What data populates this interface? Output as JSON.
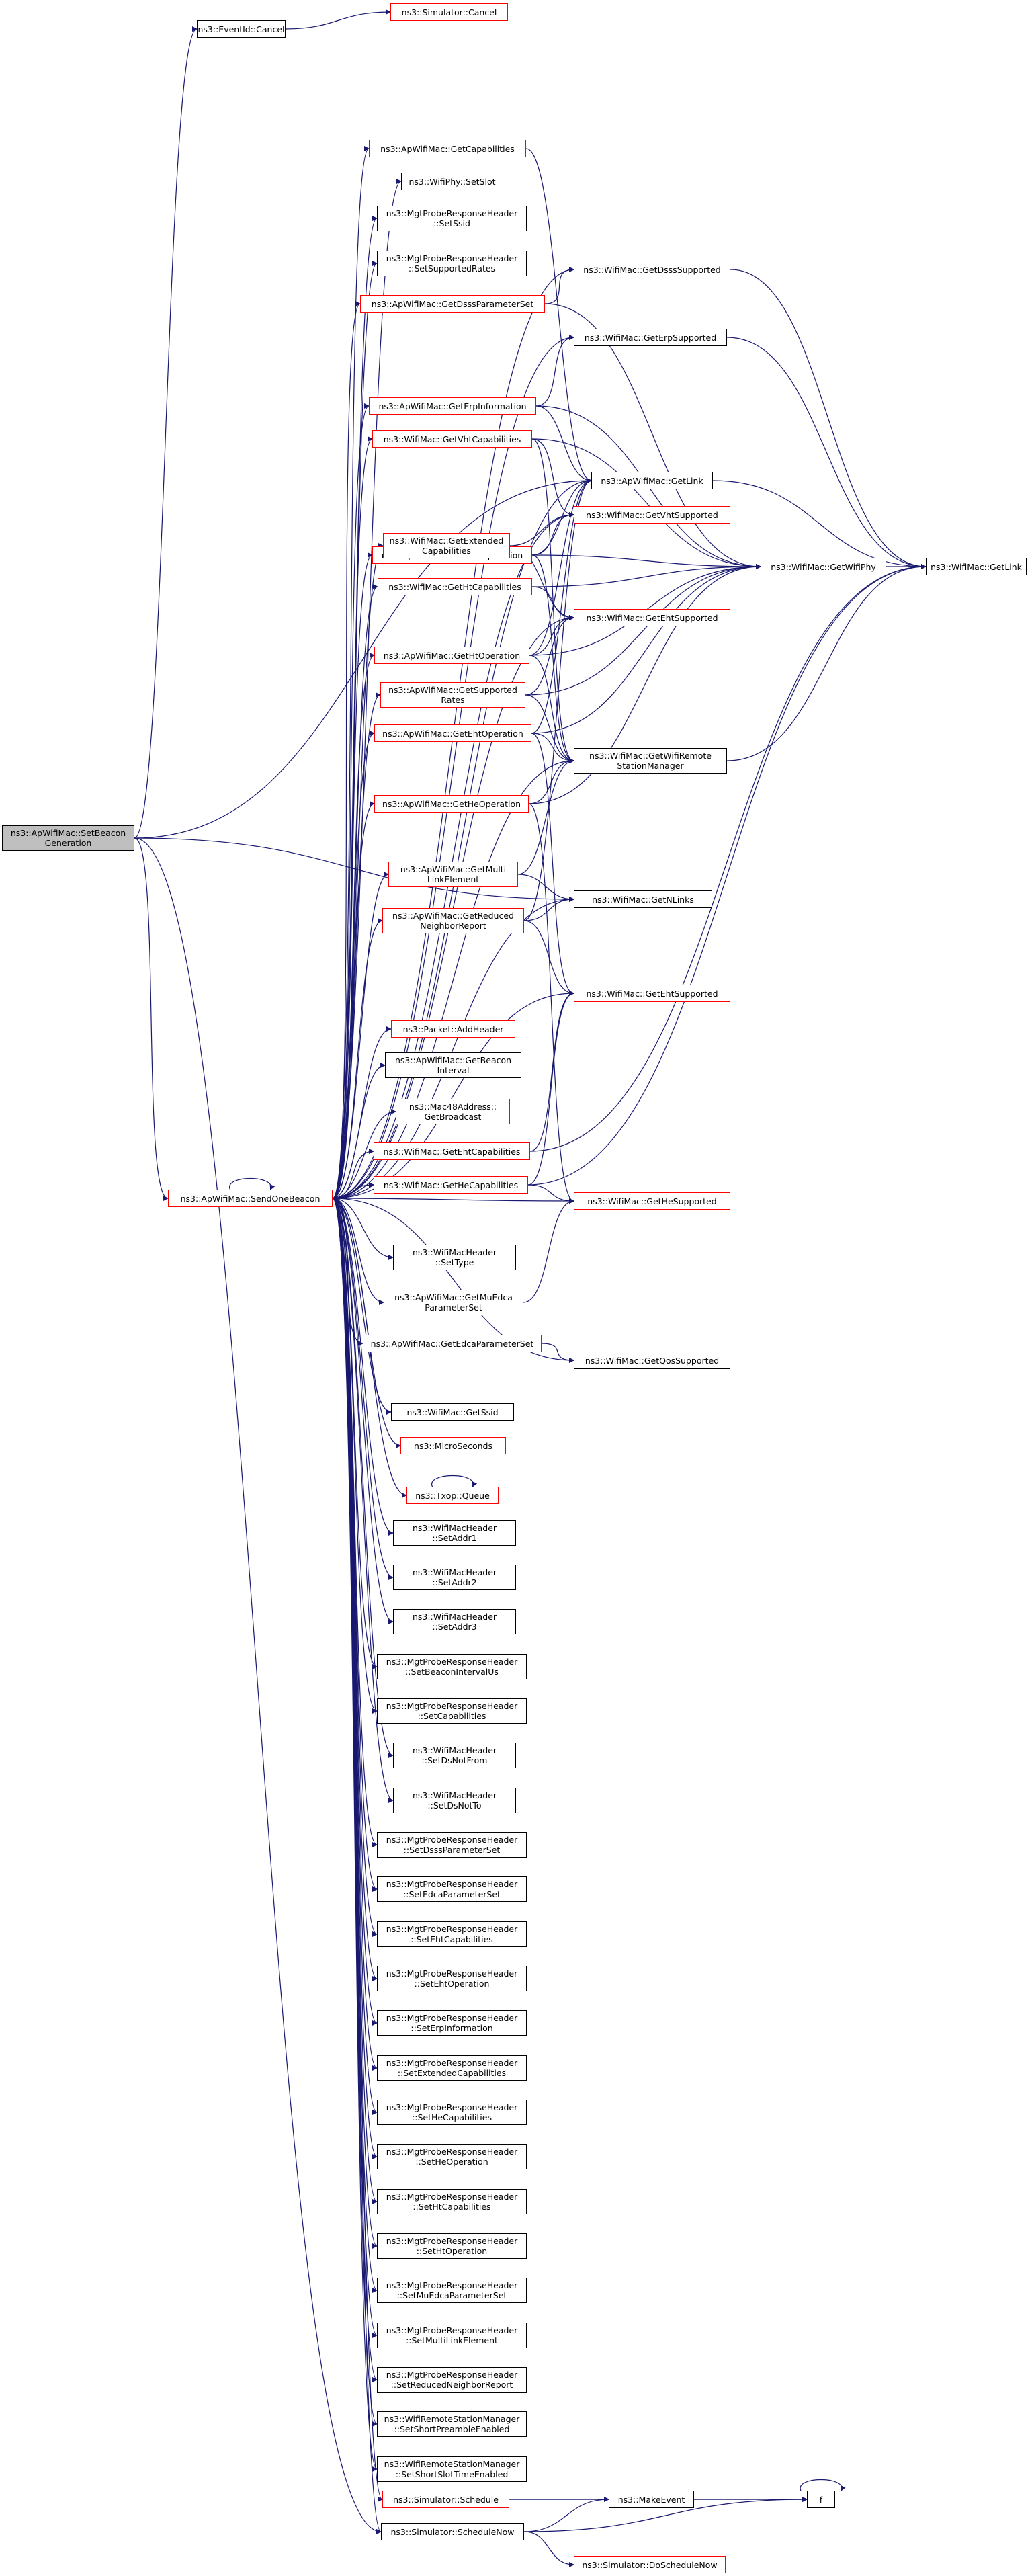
{
  "graph": {
    "title": "",
    "edge_color": "#191970",
    "node_border_default": "#000000",
    "node_border_link": "#ff0000",
    "root_fill": "#bfbfbf",
    "nodes": [
      {
        "id": "root",
        "lines": [
          "ns3::ApWifiMac::SetBeacon",
          "Generation"
        ],
        "style": "gray"
      },
      {
        "id": "eventid_cancel",
        "lines": [
          "ns3::EventId::Cancel"
        ],
        "style": "black"
      },
      {
        "id": "sim_cancel",
        "lines": [
          "ns3::Simulator::Cancel"
        ],
        "style": "red"
      },
      {
        "id": "send_one_beacon",
        "lines": [
          "ns3::ApWifiMac::SendOneBeacon"
        ],
        "style": "red"
      },
      {
        "id": "get_capabilities",
        "lines": [
          "ns3::ApWifiMac::GetCapabilities"
        ],
        "style": "red"
      },
      {
        "id": "set_slot",
        "lines": [
          "ns3::WifiPhy::SetSlot"
        ],
        "style": "black"
      },
      {
        "id": "mgt_set_ssid",
        "lines": [
          "ns3::MgtProbeResponseHeader",
          "::SetSsid"
        ],
        "style": "black"
      },
      {
        "id": "mgt_set_supported_rates",
        "lines": [
          "ns3::MgtProbeResponseHeader",
          "::SetSupportedRates"
        ],
        "style": "black"
      },
      {
        "id": "get_dsss_param",
        "lines": [
          "ns3::ApWifiMac::GetDsssParameterSet"
        ],
        "style": "red"
      },
      {
        "id": "get_dsss_supported",
        "lines": [
          "ns3::WifiMac::GetDsssSupported"
        ],
        "style": "black"
      },
      {
        "id": "get_erp_supported",
        "lines": [
          "ns3::WifiMac::GetErpSupported"
        ],
        "style": "black"
      },
      {
        "id": "get_erp_info",
        "lines": [
          "ns3::ApWifiMac::GetErpInformation"
        ],
        "style": "red"
      },
      {
        "id": "get_vht_caps",
        "lines": [
          "ns3::WifiMac::GetVhtCapabilities"
        ],
        "style": "red"
      },
      {
        "id": "ap_get_link",
        "lines": [
          "ns3::ApWifiMac::GetLink"
        ],
        "style": "black"
      },
      {
        "id": "get_vht_op",
        "lines": [
          "ns3::ApWifiMac::GetVhtOperation"
        ],
        "style": "red"
      },
      {
        "id": "get_vht_supported",
        "lines": [
          "ns3::WifiMac::GetVhtSupported"
        ],
        "style": "red"
      },
      {
        "id": "get_ext_caps",
        "lines": [
          "ns3::WifiMac::GetExtended",
          "Capabilities"
        ],
        "style": "red"
      },
      {
        "id": "get_wifi_phy",
        "lines": [
          "ns3::WifiMac::GetWifiPhy"
        ],
        "style": "black"
      },
      {
        "id": "wm_get_link",
        "lines": [
          "ns3::WifiMac::GetLink"
        ],
        "style": "black"
      },
      {
        "id": "get_ht_caps",
        "lines": [
          "ns3::WifiMac::GetHtCapabilities"
        ],
        "style": "red"
      },
      {
        "id": "get_eht_supported",
        "lines": [
          "ns3::WifiMac::GetEhtSupported"
        ],
        "style": "red"
      },
      {
        "id": "get_ht_op",
        "lines": [
          "ns3::ApWifiMac::GetHtOperation"
        ],
        "style": "red"
      },
      {
        "id": "get_supported_rates",
        "lines": [
          "ns3::ApWifiMac::GetSupported",
          "Rates"
        ],
        "style": "red"
      },
      {
        "id": "get_eht_op",
        "lines": [
          "ns3::ApWifiMac::GetEhtOperation"
        ],
        "style": "red"
      },
      {
        "id": "get_rsm",
        "lines": [
          "ns3::WifiMac::GetWifiRemote",
          "StationManager"
        ],
        "style": "black"
      },
      {
        "id": "get_he_op",
        "lines": [
          "ns3::ApWifiMac::GetHeOperation"
        ],
        "style": "red"
      },
      {
        "id": "get_multi_link",
        "lines": [
          "ns3::ApWifiMac::GetMulti",
          "LinkElement"
        ],
        "style": "red"
      },
      {
        "id": "get_nlinks",
        "lines": [
          "ns3::WifiMac::GetNLinks"
        ],
        "style": "black"
      },
      {
        "id": "get_reduced_nr",
        "lines": [
          "ns3::ApWifiMac::GetReduced",
          "NeighborReport"
        ],
        "style": "red"
      },
      {
        "id": "get_eht_supported2",
        "lines": [
          "ns3::WifiMac::GetEhtSupported"
        ],
        "style": "red"
      },
      {
        "id": "add_header",
        "lines": [
          "ns3::Packet::AddHeader"
        ],
        "style": "red"
      },
      {
        "id": "get_beacon_interval",
        "lines": [
          "ns3::ApWifiMac::GetBeacon",
          "Interval"
        ],
        "style": "black"
      },
      {
        "id": "get_broadcast",
        "lines": [
          "ns3::Mac48Address::",
          "GetBroadcast"
        ],
        "style": "red"
      },
      {
        "id": "get_eht_caps",
        "lines": [
          "ns3::WifiMac::GetEhtCapabilities"
        ],
        "style": "red"
      },
      {
        "id": "get_he_caps",
        "lines": [
          "ns3::WifiMac::GetHeCapabilities"
        ],
        "style": "red"
      },
      {
        "id": "get_he_supported",
        "lines": [
          "ns3::WifiMac::GetHeSupported"
        ],
        "style": "red"
      },
      {
        "id": "set_type",
        "lines": [
          "ns3::WifiMacHeader",
          "::SetType"
        ],
        "style": "black"
      },
      {
        "id": "get_mu_edca",
        "lines": [
          "ns3::ApWifiMac::GetMuEdca",
          "ParameterSet"
        ],
        "style": "red"
      },
      {
        "id": "get_edca",
        "lines": [
          "ns3::ApWifiMac::GetEdcaParameterSet"
        ],
        "style": "red"
      },
      {
        "id": "get_qos_supported",
        "lines": [
          "ns3::WifiMac::GetQosSupported"
        ],
        "style": "black"
      },
      {
        "id": "get_ssid",
        "lines": [
          "ns3::WifiMac::GetSsid"
        ],
        "style": "black"
      },
      {
        "id": "microseconds",
        "lines": [
          "ns3::MicroSeconds"
        ],
        "style": "red"
      },
      {
        "id": "txop_queue",
        "lines": [
          "ns3::Txop::Queue"
        ],
        "style": "red"
      },
      {
        "id": "set_addr1",
        "lines": [
          "ns3::WifiMacHeader",
          "::SetAddr1"
        ],
        "style": "black"
      },
      {
        "id": "set_addr2",
        "lines": [
          "ns3::WifiMacHeader",
          "::SetAddr2"
        ],
        "style": "black"
      },
      {
        "id": "set_addr3",
        "lines": [
          "ns3::WifiMacHeader",
          "::SetAddr3"
        ],
        "style": "black"
      },
      {
        "id": "mgt_set_beacon_interval",
        "lines": [
          "ns3::MgtProbeResponseHeader",
          "::SetBeaconIntervalUs"
        ],
        "style": "black"
      },
      {
        "id": "mgt_set_capabilities",
        "lines": [
          "ns3::MgtProbeResponseHeader",
          "::SetCapabilities"
        ],
        "style": "black"
      },
      {
        "id": "set_ds_not_from",
        "lines": [
          "ns3::WifiMacHeader",
          "::SetDsNotFrom"
        ],
        "style": "black"
      },
      {
        "id": "set_ds_not_to",
        "lines": [
          "ns3::WifiMacHeader",
          "::SetDsNotTo"
        ],
        "style": "black"
      },
      {
        "id": "mgt_set_dsss",
        "lines": [
          "ns3::MgtProbeResponseHeader",
          "::SetDsssParameterSet"
        ],
        "style": "black"
      },
      {
        "id": "mgt_set_edca",
        "lines": [
          "ns3::MgtProbeResponseHeader",
          "::SetEdcaParameterSet"
        ],
        "style": "black"
      },
      {
        "id": "mgt_set_eht_caps",
        "lines": [
          "ns3::MgtProbeResponseHeader",
          "::SetEhtCapabilities"
        ],
        "style": "black"
      },
      {
        "id": "mgt_set_eht_op",
        "lines": [
          "ns3::MgtProbeResponseHeader",
          "::SetEhtOperation"
        ],
        "style": "black"
      },
      {
        "id": "mgt_set_erp",
        "lines": [
          "ns3::MgtProbeResponseHeader",
          "::SetErpInformation"
        ],
        "style": "black"
      },
      {
        "id": "mgt_set_ext_caps",
        "lines": [
          "ns3::MgtProbeResponseHeader",
          "::SetExtendedCapabilities"
        ],
        "style": "black"
      },
      {
        "id": "mgt_set_he_caps",
        "lines": [
          "ns3::MgtProbeResponseHeader",
          "::SetHeCapabilities"
        ],
        "style": "black"
      },
      {
        "id": "mgt_set_he_op",
        "lines": [
          "ns3::MgtProbeResponseHeader",
          "::SetHeOperation"
        ],
        "style": "black"
      },
      {
        "id": "mgt_set_ht_caps",
        "lines": [
          "ns3::MgtProbeResponseHeader",
          "::SetHtCapabilities"
        ],
        "style": "black"
      },
      {
        "id": "mgt_set_ht_op",
        "lines": [
          "ns3::MgtProbeResponseHeader",
          "::SetHtOperation"
        ],
        "style": "black"
      },
      {
        "id": "mgt_set_mu_edca",
        "lines": [
          "ns3::MgtProbeResponseHeader",
          "::SetMuEdcaParameterSet"
        ],
        "style": "black"
      },
      {
        "id": "mgt_set_multi_link",
        "lines": [
          "ns3::MgtProbeResponseHeader",
          "::SetMultiLinkElement"
        ],
        "style": "black"
      },
      {
        "id": "mgt_set_reduced_nr",
        "lines": [
          "ns3::MgtProbeResponseHeader",
          "::SetReducedNeighborReport"
        ],
        "style": "black"
      },
      {
        "id": "rsm_short_preamble",
        "lines": [
          "ns3::WifiRemoteStationManager",
          "::SetShortPreambleEnabled"
        ],
        "style": "black"
      },
      {
        "id": "rsm_short_slot",
        "lines": [
          "ns3::WifiRemoteStationManager",
          "::SetShortSlotTimeEnabled"
        ],
        "style": "black"
      },
      {
        "id": "sim_schedule",
        "lines": [
          "ns3::Simulator::Schedule"
        ],
        "style": "red"
      },
      {
        "id": "make_event",
        "lines": [
          "ns3::MakeEvent"
        ],
        "style": "black"
      },
      {
        "id": "f",
        "lines": [
          "f"
        ],
        "style": "black"
      },
      {
        "id": "sim_schedule_now",
        "lines": [
          "ns3::Simulator::ScheduleNow"
        ],
        "style": "black"
      },
      {
        "id": "sim_do_schedule_now",
        "lines": [
          "ns3::Simulator::DoScheduleNow"
        ],
        "style": "red"
      }
    ],
    "edges": [
      [
        "root",
        "eventid_cancel"
      ],
      [
        "eventid_cancel",
        "sim_cancel"
      ],
      [
        "root",
        "send_one_beacon"
      ],
      [
        "root",
        "ap_get_link"
      ],
      [
        "root",
        "get_nlinks"
      ],
      [
        "root",
        "sim_schedule_now"
      ],
      [
        "send_one_beacon",
        "send_one_beacon"
      ],
      [
        "send_one_beacon",
        "get_capabilities"
      ],
      [
        "send_one_beacon",
        "set_slot"
      ],
      [
        "send_one_beacon",
        "mgt_set_ssid"
      ],
      [
        "send_one_beacon",
        "mgt_set_supported_rates"
      ],
      [
        "send_one_beacon",
        "get_dsss_param"
      ],
      [
        "send_one_beacon",
        "get_dsss_supported"
      ],
      [
        "send_one_beacon",
        "get_erp_supported"
      ],
      [
        "send_one_beacon",
        "get_erp_info"
      ],
      [
        "send_one_beacon",
        "get_vht_caps"
      ],
      [
        "send_one_beacon",
        "ap_get_link"
      ],
      [
        "send_one_beacon",
        "get_vht_op"
      ],
      [
        "send_one_beacon",
        "get_vht_supported"
      ],
      [
        "send_one_beacon",
        "get_ext_caps"
      ],
      [
        "send_one_beacon",
        "get_ht_caps"
      ],
      [
        "send_one_beacon",
        "get_eht_supported"
      ],
      [
        "send_one_beacon",
        "get_ht_op"
      ],
      [
        "send_one_beacon",
        "get_supported_rates"
      ],
      [
        "send_one_beacon",
        "get_eht_op"
      ],
      [
        "send_one_beacon",
        "get_rsm"
      ],
      [
        "send_one_beacon",
        "get_he_op"
      ],
      [
        "send_one_beacon",
        "get_multi_link"
      ],
      [
        "send_one_beacon",
        "get_nlinks"
      ],
      [
        "send_one_beacon",
        "get_reduced_nr"
      ],
      [
        "send_one_beacon",
        "get_eht_supported2"
      ],
      [
        "send_one_beacon",
        "add_header"
      ],
      [
        "send_one_beacon",
        "get_beacon_interval"
      ],
      [
        "send_one_beacon",
        "get_broadcast"
      ],
      [
        "send_one_beacon",
        "get_eht_caps"
      ],
      [
        "send_one_beacon",
        "get_he_caps"
      ],
      [
        "send_one_beacon",
        "get_he_supported"
      ],
      [
        "send_one_beacon",
        "set_type"
      ],
      [
        "send_one_beacon",
        "get_mu_edca"
      ],
      [
        "send_one_beacon",
        "get_edca"
      ],
      [
        "send_one_beacon",
        "get_qos_supported"
      ],
      [
        "send_one_beacon",
        "get_ssid"
      ],
      [
        "send_one_beacon",
        "microseconds"
      ],
      [
        "send_one_beacon",
        "txop_queue"
      ],
      [
        "txop_queue",
        "txop_queue"
      ],
      [
        "send_one_beacon",
        "set_addr1"
      ],
      [
        "send_one_beacon",
        "set_addr2"
      ],
      [
        "send_one_beacon",
        "set_addr3"
      ],
      [
        "send_one_beacon",
        "mgt_set_beacon_interval"
      ],
      [
        "send_one_beacon",
        "mgt_set_capabilities"
      ],
      [
        "send_one_beacon",
        "set_ds_not_from"
      ],
      [
        "send_one_beacon",
        "set_ds_not_to"
      ],
      [
        "send_one_beacon",
        "mgt_set_dsss"
      ],
      [
        "send_one_beacon",
        "mgt_set_edca"
      ],
      [
        "send_one_beacon",
        "mgt_set_eht_caps"
      ],
      [
        "send_one_beacon",
        "mgt_set_eht_op"
      ],
      [
        "send_one_beacon",
        "mgt_set_erp"
      ],
      [
        "send_one_beacon",
        "mgt_set_ext_caps"
      ],
      [
        "send_one_beacon",
        "mgt_set_he_caps"
      ],
      [
        "send_one_beacon",
        "mgt_set_he_op"
      ],
      [
        "send_one_beacon",
        "mgt_set_ht_caps"
      ],
      [
        "send_one_beacon",
        "mgt_set_ht_op"
      ],
      [
        "send_one_beacon",
        "mgt_set_mu_edca"
      ],
      [
        "send_one_beacon",
        "mgt_set_multi_link"
      ],
      [
        "send_one_beacon",
        "mgt_set_reduced_nr"
      ],
      [
        "send_one_beacon",
        "rsm_short_preamble"
      ],
      [
        "send_one_beacon",
        "rsm_short_slot"
      ],
      [
        "send_one_beacon",
        "sim_schedule"
      ],
      [
        "send_one_beacon",
        "sim_schedule_now"
      ],
      [
        "get_capabilities",
        "ap_get_link"
      ],
      [
        "get_dsss_param",
        "get_dsss_supported"
      ],
      [
        "get_dsss_param",
        "get_wifi_phy"
      ],
      [
        "get_dsss_supported",
        "wm_get_link"
      ],
      [
        "get_erp_supported",
        "wm_get_link"
      ],
      [
        "get_erp_info",
        "get_erp_supported"
      ],
      [
        "get_erp_info",
        "ap_get_link"
      ],
      [
        "get_erp_info",
        "get_wifi_phy"
      ],
      [
        "get_vht_caps",
        "get_vht_supported"
      ],
      [
        "get_vht_caps",
        "get_wifi_phy"
      ],
      [
        "get_vht_caps",
        "get_rsm"
      ],
      [
        "ap_get_link",
        "wm_get_link"
      ],
      [
        "get_vht_op",
        "ap_get_link"
      ],
      [
        "get_vht_op",
        "get_vht_supported"
      ],
      [
        "get_vht_op",
        "get_wifi_phy"
      ],
      [
        "get_vht_op",
        "get_rsm"
      ],
      [
        "get_ext_caps",
        "get_vht_supported"
      ],
      [
        "get_ext_caps",
        "get_eht_supported"
      ],
      [
        "get_wifi_phy",
        "wm_get_link"
      ],
      [
        "get_ht_caps",
        "get_eht_supported"
      ],
      [
        "get_ht_caps",
        "get_wifi_phy"
      ],
      [
        "get_ht_op",
        "ap_get_link"
      ],
      [
        "get_ht_op",
        "get_eht_supported"
      ],
      [
        "get_ht_op",
        "get_wifi_phy"
      ],
      [
        "get_ht_op",
        "get_rsm"
      ],
      [
        "get_supported_rates",
        "get_wifi_phy"
      ],
      [
        "get_supported_rates",
        "get_rsm"
      ],
      [
        "get_supported_rates",
        "get_eht_supported"
      ],
      [
        "get_eht_op",
        "ap_get_link"
      ],
      [
        "get_eht_op",
        "get_rsm"
      ],
      [
        "get_eht_op",
        "get_wifi_phy"
      ],
      [
        "get_eht_op",
        "get_eht_supported2"
      ],
      [
        "get_rsm",
        "wm_get_link"
      ],
      [
        "get_he_op",
        "get_rsm"
      ],
      [
        "get_he_op",
        "get_wifi_phy"
      ],
      [
        "get_he_op",
        "get_he_supported"
      ],
      [
        "get_multi_link",
        "get_nlinks"
      ],
      [
        "get_multi_link",
        "get_rsm"
      ],
      [
        "get_reduced_nr",
        "get_nlinks"
      ],
      [
        "get_reduced_nr",
        "get_eht_supported2"
      ],
      [
        "get_reduced_nr",
        "ap_get_link"
      ],
      [
        "get_eht_caps",
        "get_eht_supported2"
      ],
      [
        "get_eht_caps",
        "wm_get_link"
      ],
      [
        "get_he_caps",
        "get_he_supported"
      ],
      [
        "get_he_caps",
        "get_eht_supported2"
      ],
      [
        "get_he_caps",
        "wm_get_link"
      ],
      [
        "get_mu_edca",
        "get_he_supported"
      ],
      [
        "get_edca",
        "get_qos_supported"
      ],
      [
        "sim_schedule",
        "make_event"
      ],
      [
        "sim_schedule",
        "f"
      ],
      [
        "make_event",
        "f"
      ],
      [
        "f",
        "f"
      ],
      [
        "sim_schedule_now",
        "make_event"
      ],
      [
        "sim_schedule_now",
        "f"
      ],
      [
        "sim_schedule_now",
        "sim_do_schedule_now"
      ]
    ]
  }
}
